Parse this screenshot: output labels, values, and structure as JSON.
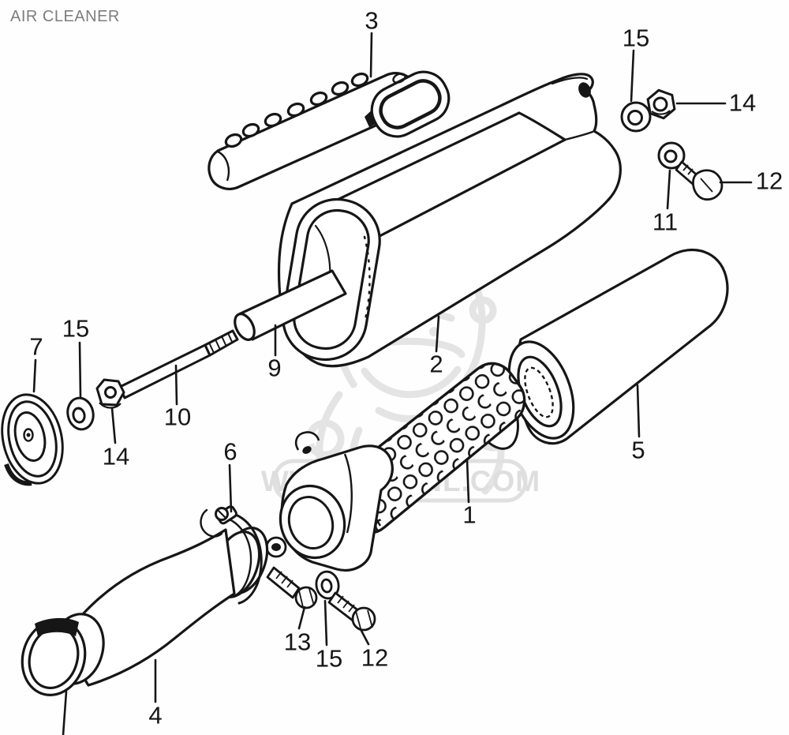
{
  "page": {
    "title": "AIR CLEANER"
  },
  "watermark": {
    "text": "WWW.CMSNL.COM",
    "mascot": "cmsnl-gorilla-mascot"
  },
  "colors": {
    "ink": "#161616",
    "watermark_gray": "#e2e2e2",
    "title_gray": "#7d7d7d"
  },
  "callouts": [
    {
      "num": "3"
    },
    {
      "num": "15"
    },
    {
      "num": "14"
    },
    {
      "num": "12"
    },
    {
      "num": "11"
    },
    {
      "num": "2"
    },
    {
      "num": "9"
    },
    {
      "num": "10"
    },
    {
      "num": "15"
    },
    {
      "num": "7"
    },
    {
      "num": "14"
    },
    {
      "num": "6"
    },
    {
      "num": "5"
    },
    {
      "num": "1"
    },
    {
      "num": "13"
    },
    {
      "num": "15"
    },
    {
      "num": "12"
    },
    {
      "num": "4"
    }
  ]
}
